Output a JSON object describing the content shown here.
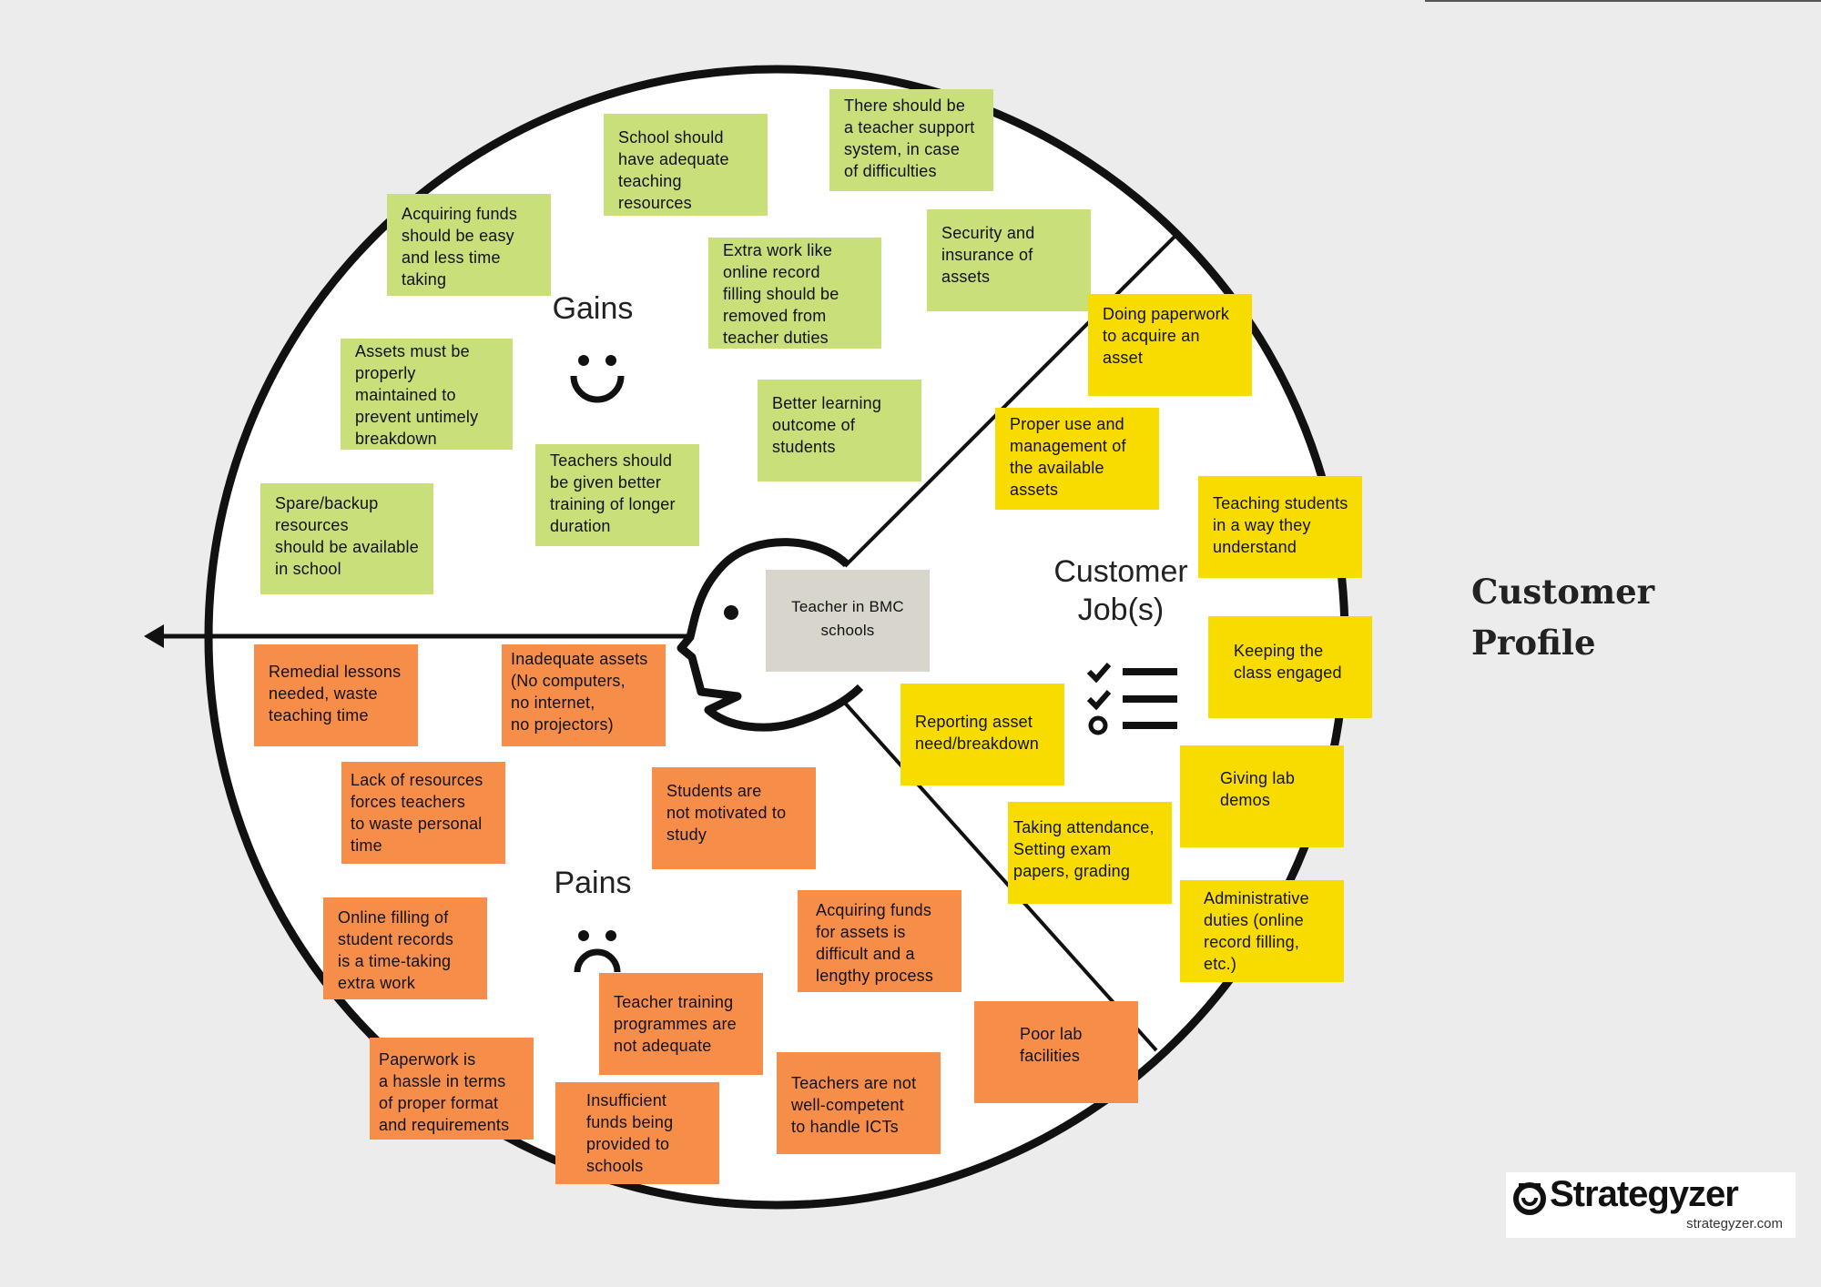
{
  "title": "Customer\nProfile",
  "sections": {
    "gains": "Gains",
    "pains": "Pains",
    "jobs": "Customer\nJob(s)"
  },
  "customer": "Teacher in BMC\nschools",
  "gains": [
    "Acquiring funds\nshould be easy\nand less time\ntaking",
    "School should\nhave adequate\nteaching resources",
    "There should be\na teacher support\nsystem, in case\nof difficulties",
    "Security and\ninsurance of\nassets",
    "Extra work like\nonline record\nfilling should be\nremoved from\nteacher duties",
    "Assets must be\nproperly\nmaintained to\nprevent untimely\nbreakdown",
    "Better learning\noutcome of\nstudents",
    "Teachers should\nbe given better\ntraining of longer\nduration",
    "Spare/backup\nresources\nshould be available\nin school"
  ],
  "jobs": [
    "Doing paperwork\nto acquire an\nasset",
    "Proper use and\nmanagement of\nthe available\nassets",
    "Teaching students\nin a way they\nunderstand",
    "Keeping the\nclass engaged",
    "Reporting asset\nneed/breakdown",
    "Giving lab\ndemos",
    "Taking attendance,\nSetting exam\npapers, grading",
    "Administrative\nduties (online\nrecord filling,\netc.)"
  ],
  "pains": [
    "Remedial lessons\nneeded, waste\nteaching time",
    "Inadequate assets\n(No computers,\nno internet,\nno projectors)",
    "Lack of resources\nforces teachers\nto waste personal\ntime",
    "Students are\nnot motivated to\nstudy",
    "Online filling of\nstudent records\nis a time-taking\nextra work",
    "Acquiring funds\nfor assets is\ndifficult and a\nlengthy process",
    "Teacher training\nprogrammes are\nnot adequate",
    "Poor lab\nfacilities",
    "Paperwork is\na hassle in terms\nof proper format\nand requirements",
    "Insufficient\nfunds being\nprovided to\nschools",
    "Teachers are not\nwell-competent\nto handle ICTs"
  ],
  "logo": {
    "name": "Strategyzer",
    "url": "strategyzer.com"
  },
  "colors": {
    "gain": "#c8df7a",
    "job": "#f8dc00",
    "pain": "#f68e4a",
    "customer": "#d8d6cc"
  }
}
